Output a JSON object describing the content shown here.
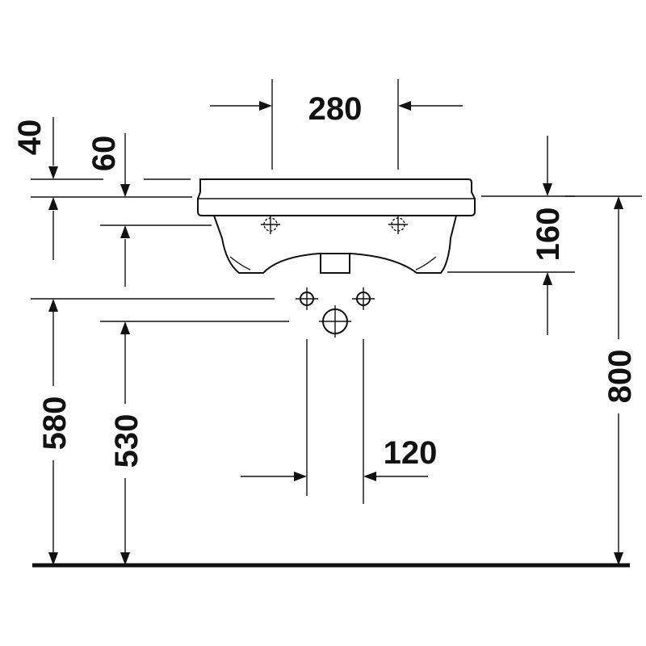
{
  "drawing": {
    "type": "washbasin installation dimension drawing",
    "dimensions": {
      "tap_hole_spacing": "280",
      "rim_thickness": "40",
      "overflow_offset": "60",
      "basin_depth": "160",
      "supply_height": "580",
      "waste_height": "530",
      "supply_spacing": "120",
      "rim_height": "800"
    },
    "colors": {
      "line": "#111111",
      "background": "#ffffff"
    }
  }
}
